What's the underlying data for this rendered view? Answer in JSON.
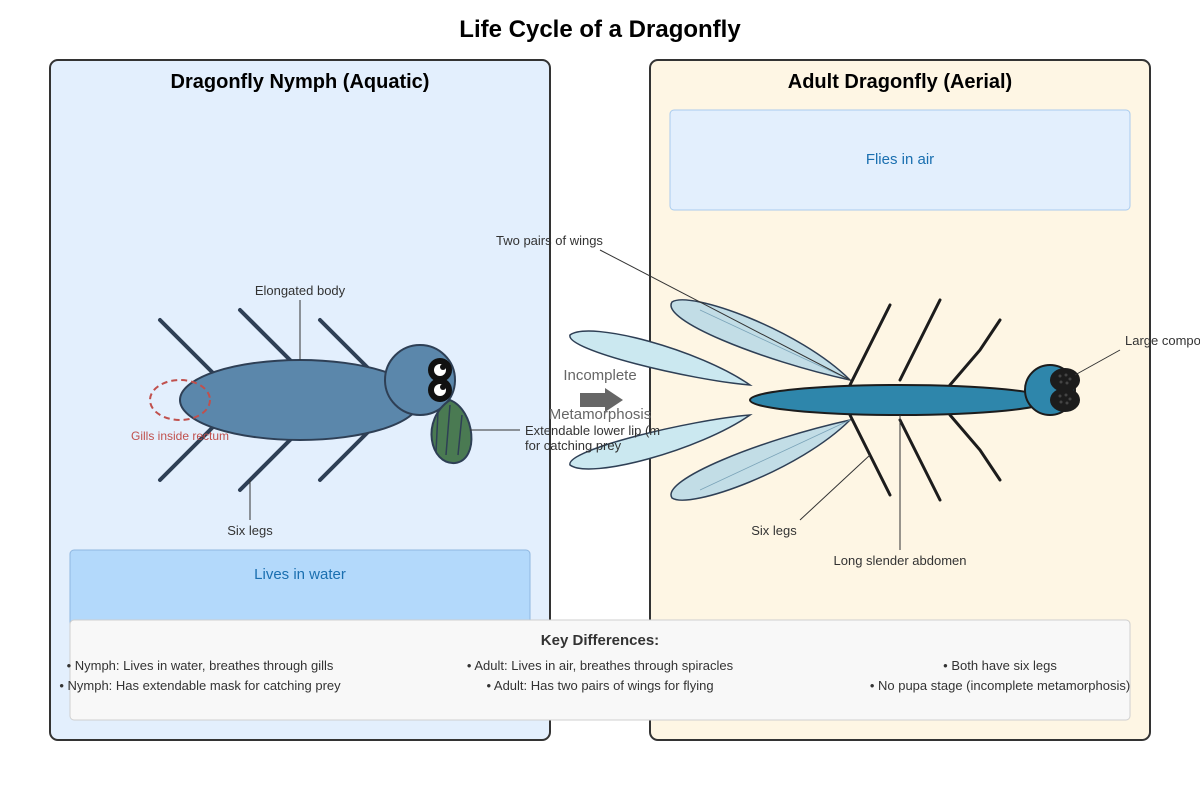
{
  "title": "Life Cycle of a Dragonfly",
  "nymph": {
    "title": "Dragonfly Nymph (Aquatic)",
    "habitat": "Lives in water",
    "labels": {
      "body": "Elongated body",
      "gills": "Gills inside rectum",
      "legs": "Six legs",
      "lip_line1": "Extendable lower lip (m",
      "lip_line2": "for catching prey"
    }
  },
  "arrow": {
    "line1": "Incomplete",
    "line2": "Metamorphosis"
  },
  "adult": {
    "title": "Adult Dragonfly (Aerial)",
    "habitat": "Flies in air",
    "labels": {
      "wings": "Two pairs of wings",
      "eyes": "Large compou",
      "legs": "Six legs",
      "abdomen": "Long slender abdomen"
    }
  },
  "key_differences": {
    "title": "Key Differences:",
    "col1": [
      "• Nymph: Lives in water, breathes through gills",
      "• Nymph: Has extendable mask for catching prey"
    ],
    "col2": [
      "• Adult: Lives in air, breathes through spiracles",
      "• Adult: Has two pairs of wings for flying"
    ],
    "col3": [
      "• Both have six legs",
      "• No pupa stage (incomplete metamorphosis)"
    ]
  },
  "colors": {
    "nymph_panel": "#e3effd",
    "adult_panel": "#fef6e4",
    "nymph_body": "#5b87ab",
    "adult_body": "#2e86ab",
    "wing": "#c7e3ec",
    "gill_label": "#c0504d",
    "habitat_text": "#1a6fb0"
  }
}
